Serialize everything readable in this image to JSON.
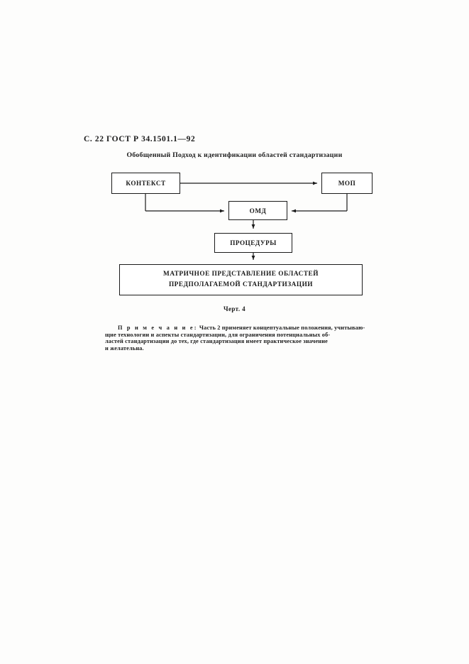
{
  "document": {
    "page_header": "С. 22  ГОСТ Р 34.1501.1—92",
    "page_number": "22",
    "standard_id": "ГОСТ Р 34.1501.1—92"
  },
  "figure": {
    "title": "Обобщенный Подход к идентификации областей стандартизации",
    "caption": "Черт. 4",
    "nodes": {
      "context": "КОНТЕКСТ",
      "mop": "МОП",
      "omd": "ОМД",
      "procedures": "ПРОЦЕДУРЫ",
      "matrix_line1": "МАТРИЧНОЕ ПРЕДСТАВЛЕНИЕ ОБЛАСТЕЙ",
      "matrix_line2": "ПРЕДПОЛАГАЕМОЙ СТАНДАРТИЗАЦИИ"
    },
    "colors": {
      "ink": "#1b1b1b",
      "paper": "#fdfdfc"
    }
  },
  "note": {
    "label": "П р и м е ч а н и е:",
    "line1": " Часть 2 применяет концептуальные положения, учитываю-",
    "line2": "щие технологии и аспекты стандартизации, для ограничения потенциальных об-",
    "line3": "ластей стандартизации до тех, где стандартизация имеет практическое значение",
    "line4": "и желательна."
  }
}
